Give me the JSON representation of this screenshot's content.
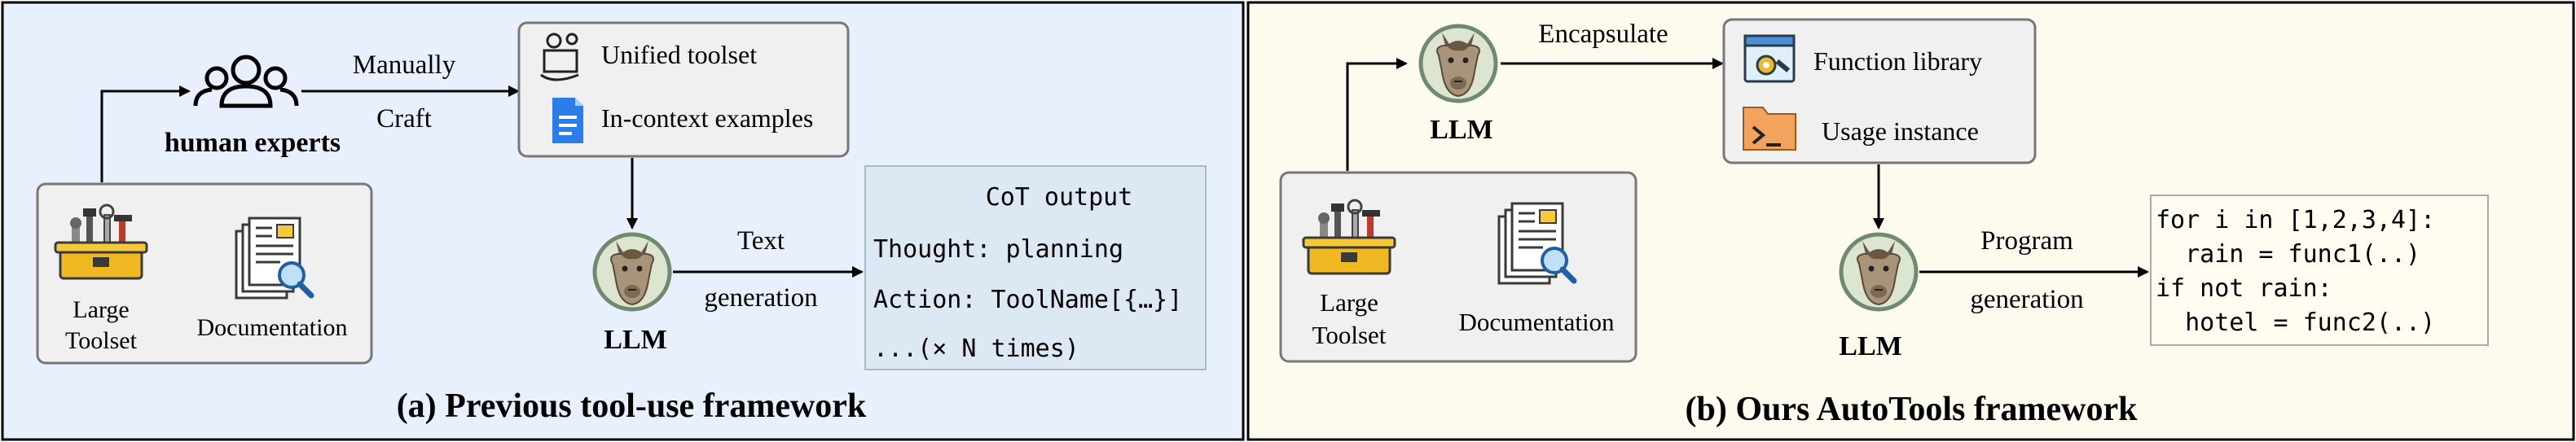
{
  "panel_a": {
    "caption": "(a) Previous tool-use framework",
    "human_experts_label": "human experts",
    "arrow_label_top": "Manually",
    "arrow_label_bottom": "Craft",
    "toolset_box": {
      "item1": "Unified toolset",
      "item2": "In-context examples"
    },
    "sources": {
      "toolset_line1": "Large",
      "toolset_line2": "Toolset",
      "documentation": "Documentation"
    },
    "llm_label": "LLM",
    "gen_label_top": "Text",
    "gen_label_bottom": "generation",
    "output": {
      "title": "CoT output",
      "lines": [
        "Thought: planning",
        "Action: ToolName[{…}]",
        "...(× N times)"
      ]
    },
    "bg_color": "#e8f0fd"
  },
  "panel_b": {
    "caption": "(b) Ours AutoTools framework",
    "encapsulate_label": "Encapsulate",
    "llm_top_label": "LLM",
    "library_box": {
      "item1": "Function library",
      "item2": "Usage instance"
    },
    "sources": {
      "toolset_line1": "Large",
      "toolset_line2": "Toolset",
      "documentation": "Documentation"
    },
    "llm_bottom_label": "LLM",
    "gen_label_top": "Program",
    "gen_label_bottom": "generation",
    "code": {
      "lines": [
        "for i in [1,2,3,4]:",
        "  rain = func1(..)",
        "if not rain:",
        "  hotel = func2(..)"
      ]
    },
    "bg_color": "#fdfaee"
  },
  "colors": {
    "output_box_bg": "#dde8f5",
    "code_box_bg": "#fffdf2",
    "gray_box_bg": "#f0f0f0"
  }
}
